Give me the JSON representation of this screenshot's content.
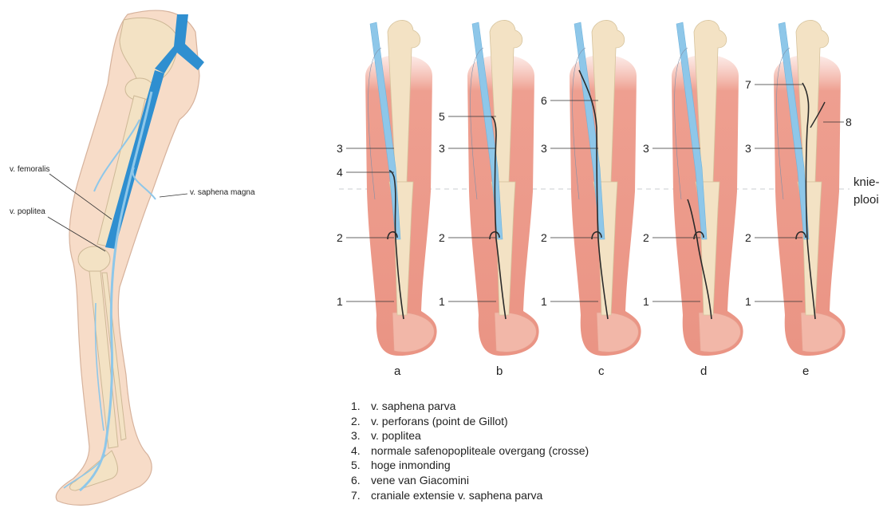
{
  "left_figure": {
    "labels": {
      "femoralis": "v. femoralis",
      "poplitea": "v. poplitea",
      "saphena_magna": "v. saphena magna"
    }
  },
  "panels": [
    {
      "letter": "a",
      "callouts": [
        "3",
        "4",
        "2",
        "1"
      ]
    },
    {
      "letter": "b",
      "callouts": [
        "5",
        "3",
        "2",
        "1"
      ]
    },
    {
      "letter": "c",
      "callouts": [
        "6",
        "3",
        "2",
        "1"
      ]
    },
    {
      "letter": "d",
      "callouts": [
        "3",
        "2",
        "1"
      ]
    },
    {
      "letter": "e",
      "callouts": [
        "7",
        "8",
        "3",
        "2",
        "1"
      ]
    }
  ],
  "knee_crease": {
    "line1": "knie-",
    "line2": "plooi"
  },
  "legend": [
    {
      "num": "1.",
      "text": "v. saphena parva"
    },
    {
      "num": "2.",
      "text": "v. perforans (point de Gillot)"
    },
    {
      "num": "3.",
      "text": "v. poplitea"
    },
    {
      "num": "4.",
      "text": "normale safenopopliteale overgang (crosse)"
    },
    {
      "num": "5.",
      "text": "hoge inmonding"
    },
    {
      "num": "6.",
      "text": "vene van Giacomini"
    },
    {
      "num": "7.",
      "text": "craniale extensie v. saphena parva"
    }
  ],
  "colors": {
    "skin": "#f7dcc8",
    "muscle": "#eb9c8e",
    "bone": "#f3e2c4",
    "deep_vein": "#2f8fd0",
    "light_vein": "#8ec7e9",
    "saphena": "#2a2a2a"
  }
}
